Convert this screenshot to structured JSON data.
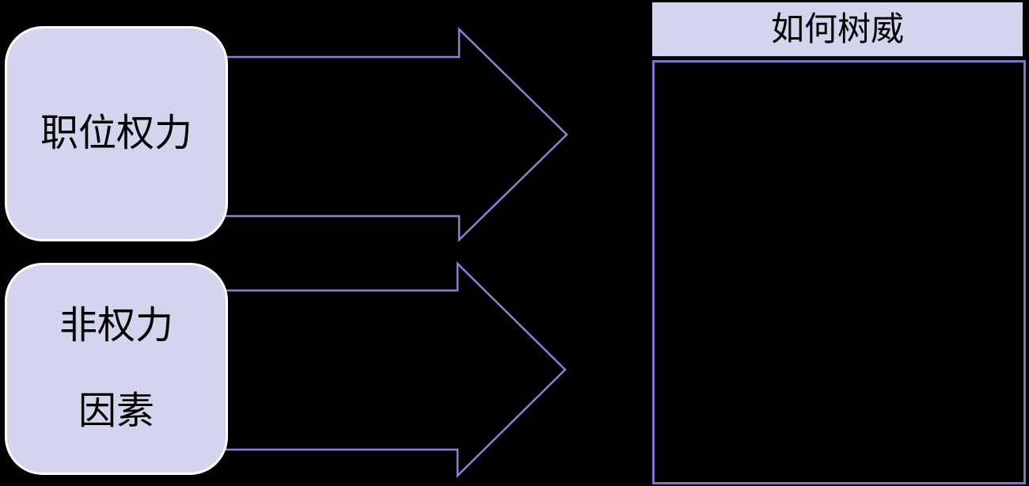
{
  "diagram": {
    "source_boxes": [
      {
        "label": "职位权力"
      },
      {
        "label_line1": "非权力",
        "label_line2": "因素"
      }
    ],
    "target_panel": {
      "title": "如何树威"
    },
    "icons": [
      {
        "name": "right-arrow-icon",
        "count": 2
      }
    ],
    "colors": {
      "background": "#000000",
      "box_fill": "#d4d4ef",
      "box_border": "#ffffff",
      "arrow_stroke": "#8684d7",
      "panel_header_fill": "#d4d4ef",
      "panel_border": "#7a76d0",
      "text": "#000000"
    }
  }
}
